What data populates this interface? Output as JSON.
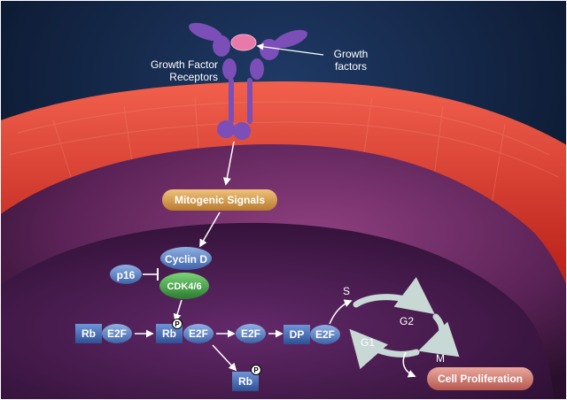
{
  "labels": {
    "growth_factor_receptors": "Growth Factor\nReceptors",
    "growth_factors": "Growth\nfactors",
    "mitogenic_signals": "Mitogenic Signals",
    "cyclin_d": "Cyclin D",
    "p16": "p16",
    "cdk46": "CDK4/6",
    "rb": "Rb",
    "e2f": "E2F",
    "dp": "DP",
    "phospho": "P",
    "phase_s": "S",
    "phase_g2": "G2",
    "phase_g1": "G1",
    "phase_m": "M",
    "cell_proliferation": "Cell Proliferation"
  },
  "colors": {
    "background": "#0b1e3a",
    "membrane": "#c42a26",
    "cytoplasm": "#7a3570",
    "nucleus": "#4c1c50",
    "receptor": "#7b4fb7",
    "growth_factor": "#e77aa8",
    "mitogenic_pill": "#d9a055",
    "protein_blue": "#5a7fc4",
    "cdk": "#3fa245",
    "cell_prolif_pill": "#d6857c"
  }
}
